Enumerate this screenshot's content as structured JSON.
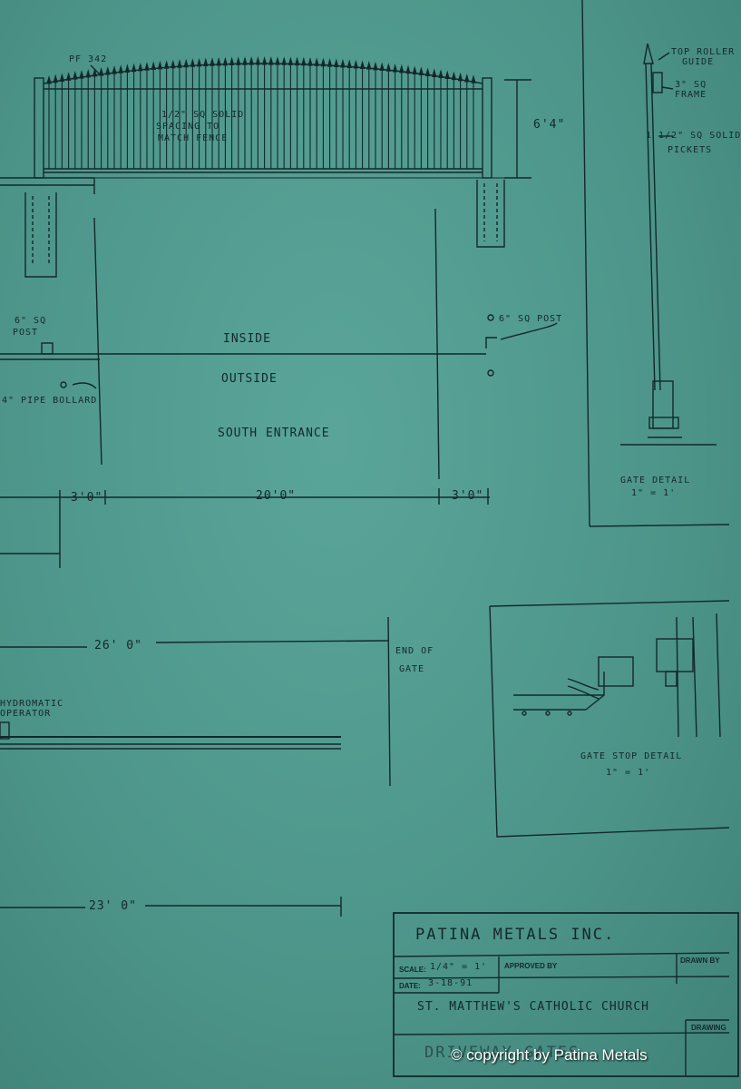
{
  "elevation": {
    "pf_note": "PF 342",
    "picket_note_1": "1/2\" SQ SOLID",
    "picket_note_2": "SPACING TO",
    "picket_note_3": "MATCH FENCE",
    "height_dim": "6'4\""
  },
  "plan": {
    "left_post": "6\" SQ",
    "left_post_2": "POST",
    "right_post": "6\" SQ POST",
    "inside": "INSIDE",
    "outside": "OUTSIDE",
    "bollard": "4\" PIPE BOLLARD",
    "entrance": "SOUTH ENTRANCE",
    "dim_left": "3'0\"",
    "dim_center": "20'0\"",
    "dim_right": "3'0\""
  },
  "run": {
    "dim_26": "26' 0\"",
    "end_of_gate_1": "END OF",
    "end_of_gate_2": "GATE",
    "operator_1": "HYDROMATIC",
    "operator_2": "OPERATOR",
    "dim_23": "23' 0\""
  },
  "gate_detail": {
    "top_roller_1": "TOP ROLLER",
    "top_roller_2": "GUIDE",
    "frame_1": "3\" SQ",
    "frame_2": "FRAME",
    "pickets_1": "1 1/2\" SQ SOLID",
    "pickets_2": "PICKETS",
    "title": "GATE DETAIL",
    "scale": "1\" = 1'"
  },
  "gate_stop": {
    "title": "GATE STOP DETAIL",
    "scale": "1\" = 1'"
  },
  "title_block": {
    "company": "PATINA METALS INC.",
    "scale_label": "SCALE:",
    "scale_value": "1/4\" = 1'",
    "approved_label": "APPROVED BY",
    "drawn_label": "DRAWN BY",
    "date_label": "DATE:",
    "date_value": "3-18-91",
    "project": "ST. MATTHEW'S CATHOLIC CHURCH",
    "drawing_label": "DRAWING",
    "drawing_title": "DRIVEWAY GATES"
  },
  "watermark": "© copyright by Patina Metals",
  "colors": {
    "paper": "#4e968b",
    "ink": "#13282a"
  }
}
